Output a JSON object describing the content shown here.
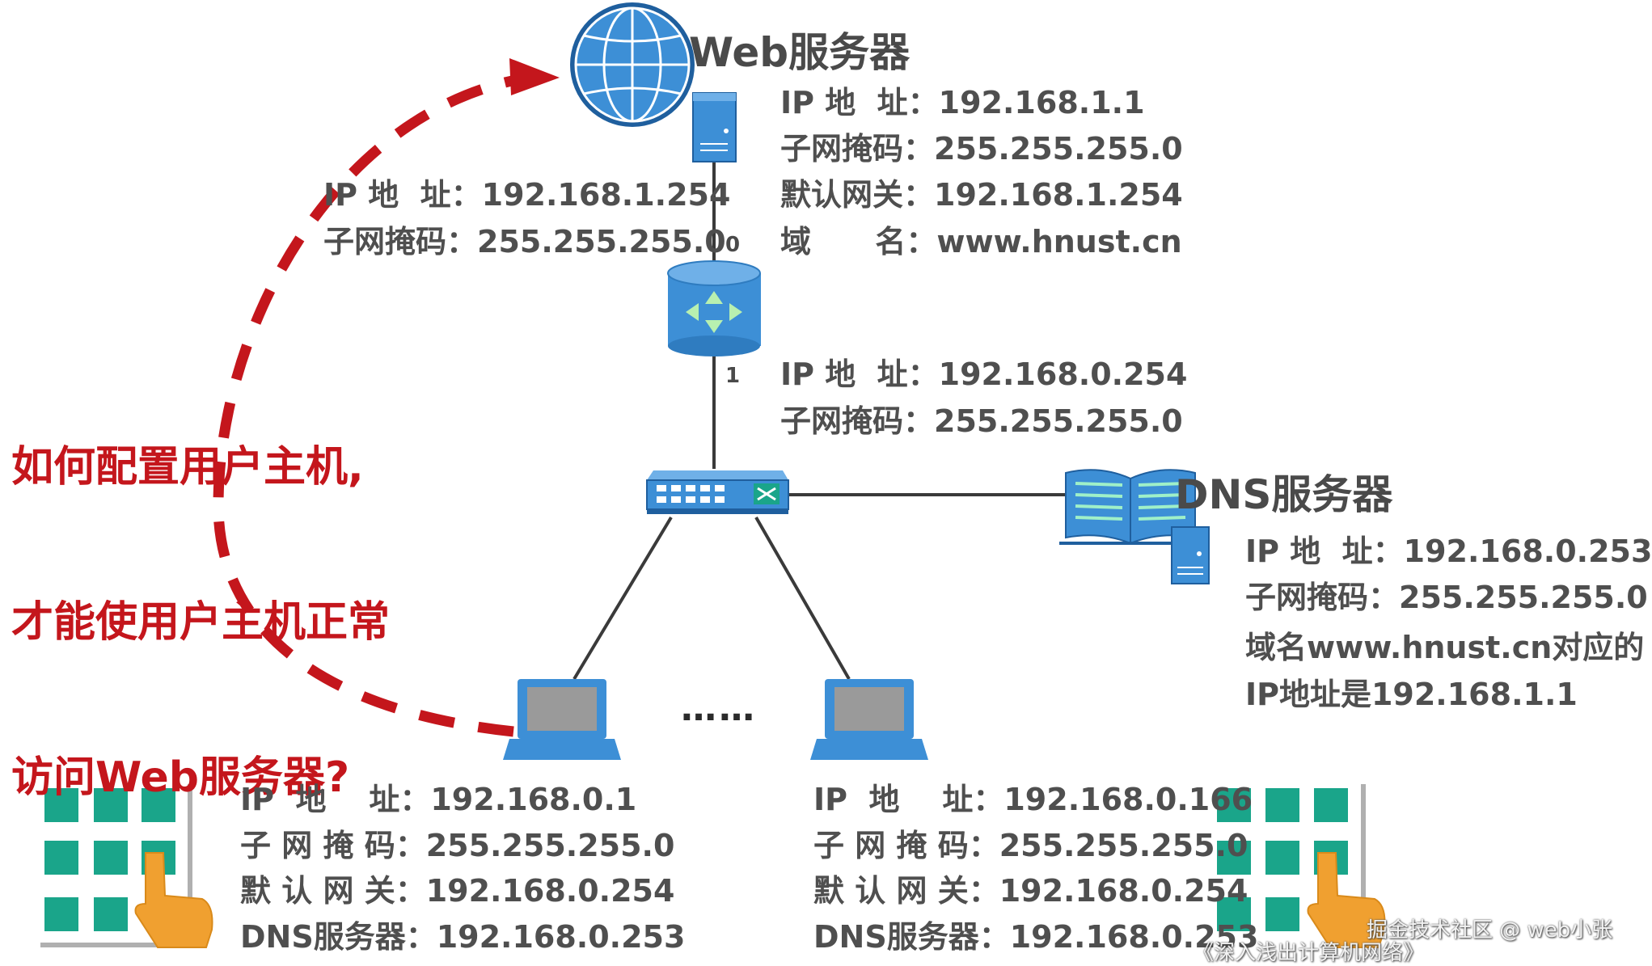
{
  "web_server": {
    "title": "Web服务器",
    "ip": "IP 地  址：192.168.1.1",
    "mask": "子网掩码：255.255.255.0",
    "gateway": "默认网关：192.168.1.254",
    "domain": "域      名：www.hnust.cn"
  },
  "router": {
    "port0": "0",
    "port1": "1",
    "if0_ip": "IP 地  址：192.168.1.254",
    "if0_mask": "子网掩码：255.255.255.0",
    "if1_ip": "IP 地  址：192.168.0.254",
    "if1_mask": "子网掩码：255.255.255.0"
  },
  "dns_server": {
    "title": "DNS服务器",
    "ip": "IP 地  址：192.168.0.253",
    "mask": "子网掩码：255.255.255.0",
    "record_line1": "域名www.hnust.cn对应的",
    "record_line2": "IP地址是192.168.1.1"
  },
  "question": {
    "line1": "如何配置用户主机,",
    "line2": "才能使用户主机正常",
    "line3": "访问Web服务器?"
  },
  "host_left": {
    "ip": "IP  地    址：192.168.0.1",
    "mask": "子 网 掩 码：255.255.255.0",
    "gateway": "默 认 网 关：192.168.0.254",
    "dns": "DNS服务器：192.168.0.253"
  },
  "host_right": {
    "ip": "IP  地    址：192.168.0.166",
    "mask": "子 网 掩 码：255.255.255.0",
    "gateway": "默 认 网 关：192.168.0.254",
    "dns": "DNS服务器：192.168.0.253"
  },
  "ellipsis": "……",
  "watermark": {
    "line1": "掘金技术社区 @ web小张",
    "line2": "《深入浅出计算机网络》"
  },
  "colors": {
    "device_blue": "#3d8fd6",
    "device_dark": "#1f5f9e",
    "arrow_red": "#c4161c",
    "keypad_green": "#1aa58a",
    "hand_orange": "#f0a030"
  },
  "icons": [
    "globe-icon",
    "server-icon",
    "router-icon",
    "switch-icon",
    "book-icon",
    "laptop-icon",
    "keypad-icon",
    "pointing-hand-icon"
  ]
}
